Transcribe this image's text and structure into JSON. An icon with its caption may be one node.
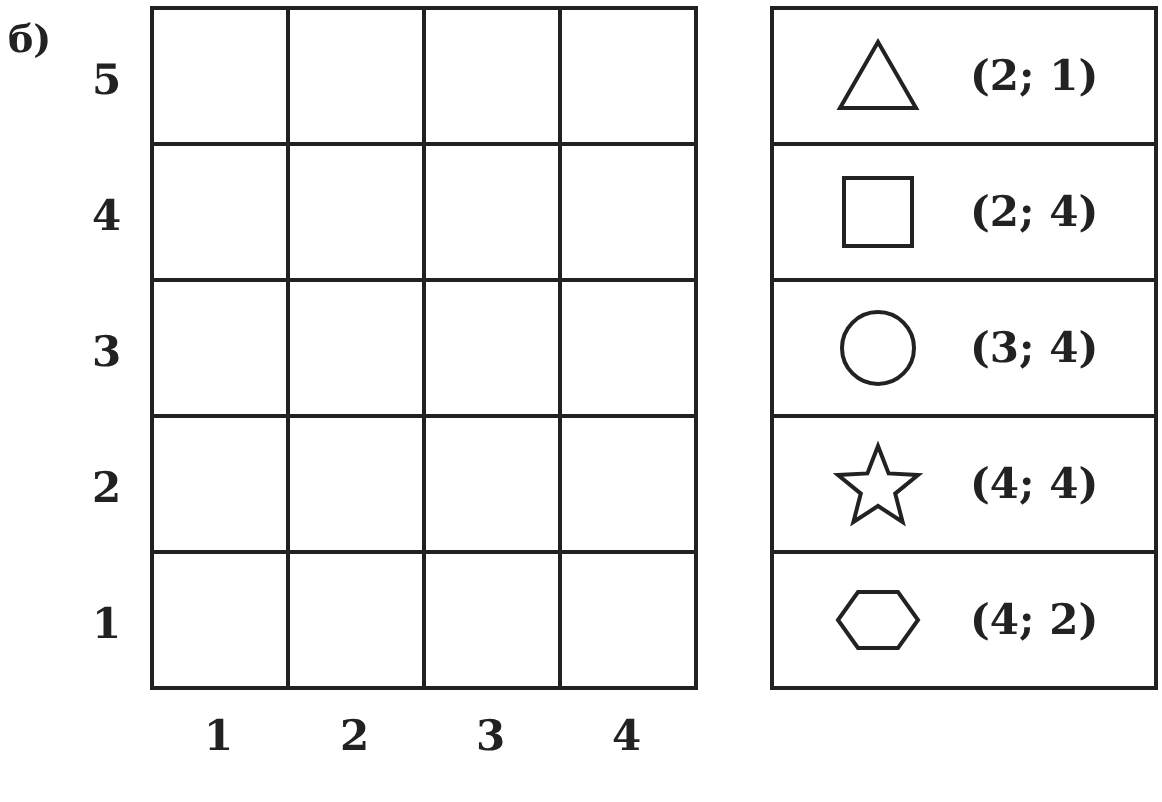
{
  "diagram": {
    "labels": [
      "б)",
      "5",
      "4",
      "3",
      "2",
      "1",
      "1",
      "2",
      "3",
      "4",
      "(2; 1)",
      "(2; 4)",
      "(3; 4)",
      "(4; 4)",
      "(4; 2)"
    ]
  }
}
